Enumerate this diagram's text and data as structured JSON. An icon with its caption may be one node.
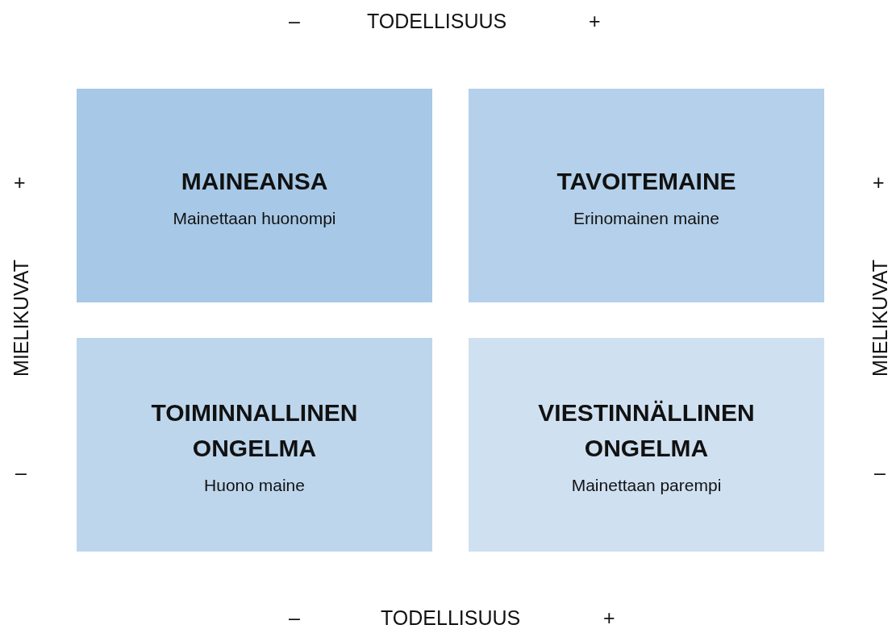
{
  "diagram": {
    "nodes": [
      {
        "text": [
          "MAINEANSA",
          "Mainettaan huonompi"
        ]
      },
      {
        "text": [
          "TAVOITEMAINE",
          "Erinomainen maine"
        ]
      },
      {
        "text": [
          "TOIMINNALLINEN ONGELMA",
          "Huono maine"
        ]
      },
      {
        "text": [
          "VIESTINNÄLLINEN ONGELMA",
          "Mainettaan parempi"
        ]
      }
    ],
    "edges": [],
    "labels": [
      "–",
      "TODELLISUUS",
      "+",
      "+",
      "MIELIKUVAT",
      "–",
      "+",
      "MIELIKUVAT",
      "–",
      "–",
      "TODELLISUUS",
      "+"
    ]
  }
}
